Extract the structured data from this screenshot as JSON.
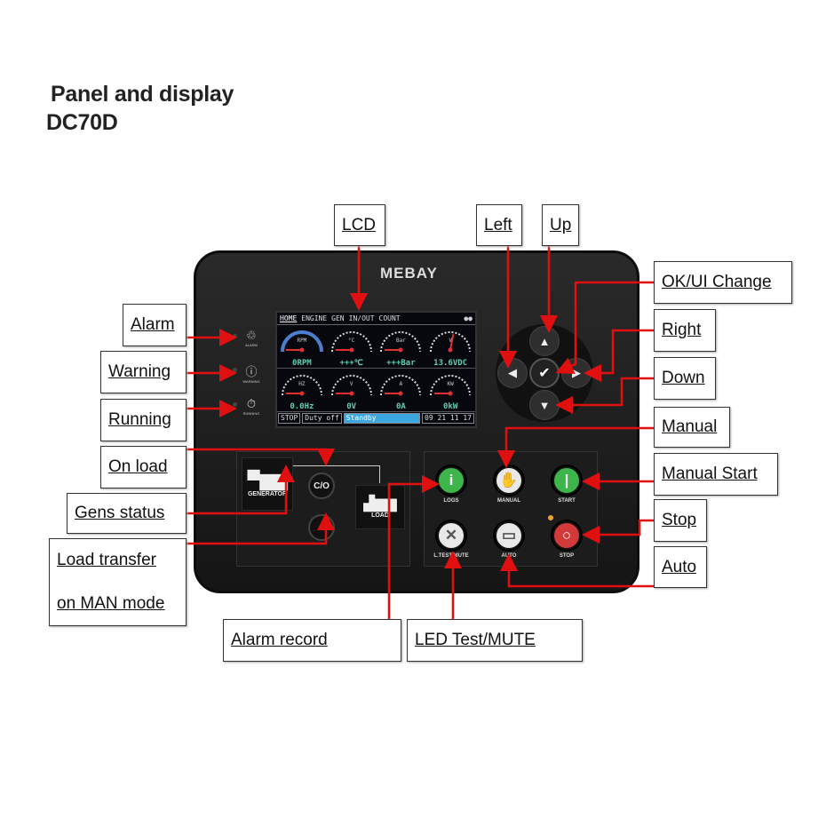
{
  "title": {
    "line1": "Panel and display",
    "line2": "DC70D"
  },
  "brand": "MEBAY",
  "callouts": {
    "lcd": "LCD",
    "left": "Left",
    "up": "Up",
    "ok": "OK/UI Change",
    "right": "Right",
    "down": "Down",
    "manual": "Manual",
    "manual_start": "Manual Start",
    "stop": "Stop",
    "auto": "Auto",
    "alarm": "Alarm",
    "warning": "Warning",
    "running": "Running",
    "on_load": "On load",
    "gens_status": "Gens status",
    "load_transfer_1": "Load transfer",
    "load_transfer_2": "on MAN mode",
    "alarm_record": "Alarm record",
    "led_test": "LED Test/MUTE"
  },
  "lcd": {
    "tabs": [
      "HOME",
      "ENGINE",
      "GEN",
      "IN/OUT",
      "COUNT"
    ],
    "top_gauges": [
      {
        "unit": "RPM",
        "value": "0RPM",
        "level": 0
      },
      {
        "unit": "°C",
        "value": "+++℃",
        "level": 0
      },
      {
        "unit": "Bar",
        "value": "+++Bar",
        "level": 0
      },
      {
        "unit": "V",
        "value": "13.6VDC",
        "level": 0.56
      }
    ],
    "bottom_gauges": [
      {
        "unit": "HZ",
        "value": "0.0Hz",
        "level": 0
      },
      {
        "unit": "V",
        "value": "0V",
        "level": 0
      },
      {
        "unit": "A",
        "value": "0A",
        "level": 0
      },
      {
        "unit": "KW",
        "value": "0kW",
        "level": 0
      }
    ],
    "status": {
      "mode": "STOP",
      "duty": "Duty off",
      "state": "Standby",
      "time": "09 21 11 17"
    }
  },
  "indicators": [
    {
      "label": "ALARM",
      "icon": "alarm-icon"
    },
    {
      "label": "WARNING",
      "icon": "warning-icon"
    },
    {
      "label": "RUNNING",
      "icon": "running-icon"
    }
  ],
  "left_panel": {
    "generator": "GENERATOR",
    "co": "C/O",
    "load": "LOAD"
  },
  "buttons": [
    {
      "label": "LOGS",
      "glyph": "i",
      "color": "#3db54a"
    },
    {
      "label": "MANUAL",
      "glyph": "✋",
      "color": "#e8e8e8"
    },
    {
      "label": "START",
      "glyph": "|",
      "color": "#3db54a"
    },
    {
      "label": "L.TEST/MUTE",
      "glyph": "✕",
      "color": "#e8e8e8"
    },
    {
      "label": "AUTO",
      "glyph": "▭",
      "color": "#e8e8e8"
    },
    {
      "label": "STOP",
      "glyph": "○",
      "color": "#d23a3a"
    }
  ],
  "nav": {
    "up": "▲",
    "down": "▼",
    "left": "◀",
    "right": "▶",
    "ok": "✔"
  },
  "arrow_color": "#e01010"
}
